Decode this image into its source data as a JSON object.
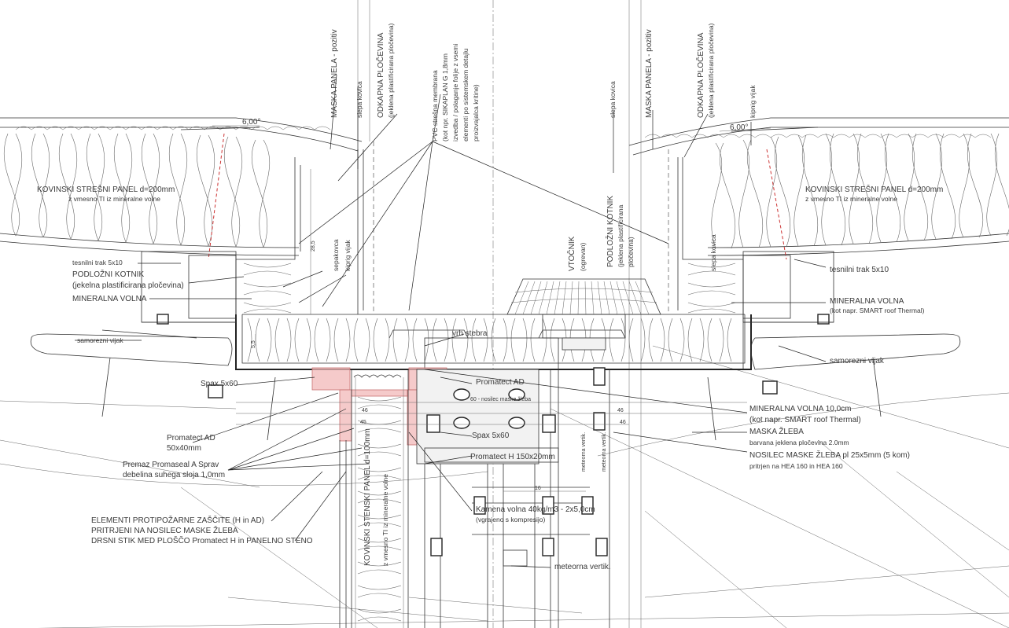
{
  "labels": {
    "maska_panela_left": "MASKA PANELA - pozitiv",
    "slepa_kovica_left": "slepa kovica",
    "odkapna_left_1": "ODKAPNA PLOČEVINA",
    "odkapna_left_2": "(jeklena plastificirana pločevina)",
    "pvc_1": "PVC strešna membrana",
    "pvc_2": "(kot npr. SIKAPLAN G 1,8mm",
    "pvc_3": "izvedba / polaganje folije z vsemi",
    "pvc_4": "elementi po sistemskem detajlu",
    "pvc_5": "proizvajalca kritine)",
    "slepa_kovica_right": "slepa kovica",
    "maska_panela_right": "MASKA PANELA - pozitiv",
    "odkapna_right_1": "ODKAPNA PLOČEVINA",
    "odkapna_right_2": "(jeklena plastificirana pločevina)",
    "kiprig_right": "kipnig vijak",
    "slope_left": "6,00°",
    "slope_right": "6,00°",
    "panel_left_1": "KOVINSKI STREŠNI PANEL d=200mm",
    "panel_left_2": "z vmesno TI iz mineralne volne",
    "panel_right_1": "KOVINSKI STREŠNI PANEL d=200mm",
    "panel_right_2": "z vmesno TI iz mineralne volne",
    "vtocnik_1": "VTOČNIK",
    "vtocnik_2": "(ogrevan)",
    "podlozni_right_1": "PODLOŽNI KOTNIK",
    "podlozni_right_2": "(jeklena plastificirana",
    "podlozni_right_3": "pločevina)",
    "slepa_kovica_mid_right": "slepa kovica",
    "tesnilni_left": "tesnilni trak 5x10",
    "podlozni_left_1": "PODLOŽNI KOTNIK",
    "podlozni_left_2": "(jekelna plastificirana pločevina)",
    "mineralna_left": "MINERALNA VOLNA",
    "sepakovca": "sepakovca",
    "kiprig_left": "kiprig vijak",
    "tesnilni_right": "tesnilni trak 5x10",
    "mineralna_right_1": "MINERALNA VOLNA",
    "mineralna_right_2": "(kot napr. SMART roof Thermal)",
    "samorezni_left": "samorezni vijak",
    "vrh_stebra": "vrh stebra",
    "samorezni_right": "samorezni vijak",
    "spax_left": "Spax 5x60",
    "promatect_ad_top": "Promatect AD",
    "nosilec_small": "60 - nosilec maske žleba",
    "dim_46_a": "46",
    "dim_46_b": "45",
    "dim_46_c": "46",
    "dim_46_d": "46",
    "dim_16": "16",
    "dim_28": "28,5",
    "dim_55": "5,5",
    "mineralna_10_1": "MINERALNA VOLNA 10,0cm",
    "mineralna_10_2": "(kot napr. SMART roof Thermal)",
    "spax_mid": "Spax 5x60",
    "maska_zleba_1": "MASKA ŽLEBA",
    "maska_zleba_2": "barvana jeklena pločevina 2.0mm",
    "promatect_ad_left_1": "Promatect AD",
    "promatect_ad_left_2": "50x40mm",
    "promatect_h": "Promatect H 150x20mm",
    "nosilec_1": "NOSILEC MASKE ŽLEBA pl 25x5mm (5 kom)",
    "nosilec_2": "pritrjen na HEA 160 in HEA 160",
    "premaz_1": "Premaz Promaseal A Sprav",
    "premaz_2": "debelina suhega sloja 1,0mm",
    "meteorna_vert_v": "meteorna vertik.",
    "meteorna_vert_v2": "meteorna vertik.",
    "kamena_1": "Kamena volna 40kg/m3 - 2x5,0cm",
    "kamena_2": "(vgrajeno s kompresijo)",
    "stenski_1": "KOVINSKI STENSKI PANEL d=100mm",
    "stenski_2": "z vmesno TI iz mineralne volne",
    "elementi_1": "ELEMENTI PROTIPOŽARNE ZAŠČITE (H in AD)",
    "elementi_2": "PRITRJENI NA NOSILEC MASKE ŽLEBA",
    "elementi_3": "DRSNI STIK MED PLOŠČO Promatect H in PANELNO STENO",
    "meteorna_horiz": "meteorna vertik."
  },
  "colors": {
    "fire_protection": "#f2b8b8",
    "line": "#333333",
    "text": "#3a3a3a"
  }
}
